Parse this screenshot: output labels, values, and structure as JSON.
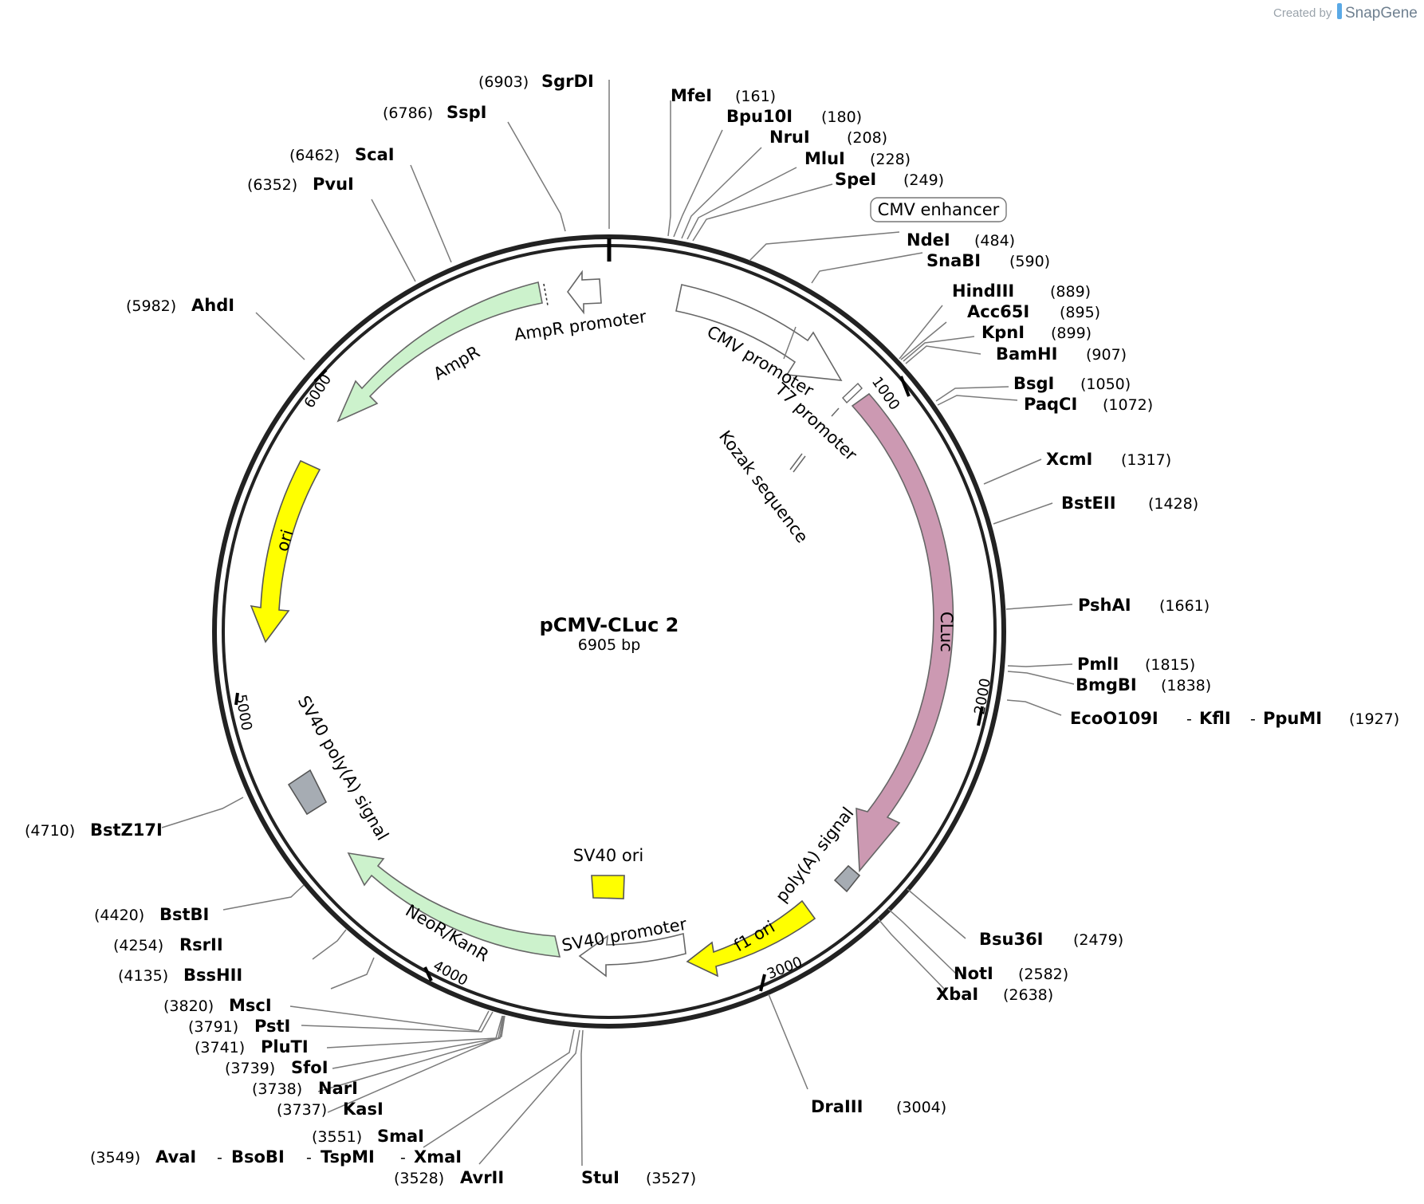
{
  "branding": {
    "created_by": "Created by",
    "app": "SnapGene"
  },
  "plasmid": {
    "name": "pCMV-CLuc 2",
    "size_label": "6905 bp",
    "length": 6905
  },
  "ticks": [
    "1000",
    "2000",
    "3000",
    "4000",
    "5000",
    "6000"
  ],
  "sites": [
    {
      "pos": "(6903)",
      "names": [
        "SgrDI"
      ]
    },
    {
      "pos": "(6786)",
      "names": [
        "SspI"
      ]
    },
    {
      "pos": "(6462)",
      "names": [
        "ScaI"
      ]
    },
    {
      "pos": "(6352)",
      "names": [
        "PvuI"
      ]
    },
    {
      "pos": "(5982)",
      "names": [
        "AhdI"
      ]
    },
    {
      "pos": "(161)",
      "names": [
        "MfeI"
      ]
    },
    {
      "pos": "(180)",
      "names": [
        "Bpu10I"
      ]
    },
    {
      "pos": "(208)",
      "names": [
        "NruI"
      ]
    },
    {
      "pos": "(228)",
      "names": [
        "MluI"
      ]
    },
    {
      "pos": "(249)",
      "names": [
        "SpeI"
      ]
    },
    {
      "pos": "(484)",
      "names": [
        "NdeI"
      ]
    },
    {
      "pos": "(590)",
      "names": [
        "SnaBI"
      ]
    },
    {
      "pos": "(889)",
      "names": [
        "HindIII"
      ]
    },
    {
      "pos": "(895)",
      "names": [
        "Acc65I"
      ]
    },
    {
      "pos": "(899)",
      "names": [
        "KpnI"
      ]
    },
    {
      "pos": "(907)",
      "names": [
        "BamHI"
      ]
    },
    {
      "pos": "(1050)",
      "names": [
        "BsgI"
      ]
    },
    {
      "pos": "(1072)",
      "names": [
        "PaqCI"
      ]
    },
    {
      "pos": "(1317)",
      "names": [
        "XcmI"
      ]
    },
    {
      "pos": "(1428)",
      "names": [
        "BstEII"
      ]
    },
    {
      "pos": "(1661)",
      "names": [
        "PshAI"
      ]
    },
    {
      "pos": "(1815)",
      "names": [
        "PmlI"
      ]
    },
    {
      "pos": "(1838)",
      "names": [
        "BmgBI"
      ]
    },
    {
      "pos": "(1927)",
      "names": [
        "EcoO109I",
        "KflI",
        "PpuMI"
      ]
    },
    {
      "pos": "(2479)",
      "names": [
        "Bsu36I"
      ]
    },
    {
      "pos": "(2582)",
      "names": [
        "NotI"
      ]
    },
    {
      "pos": "(2638)",
      "names": [
        "XbaI"
      ]
    },
    {
      "pos": "(3004)",
      "names": [
        "DraIII"
      ]
    },
    {
      "pos": "(3527)",
      "names": [
        "StuI"
      ]
    },
    {
      "pos": "(3528)",
      "names": [
        "AvrII"
      ]
    },
    {
      "pos": "(3549)",
      "names": [
        "AvaI",
        "BsoBI",
        "TspMI",
        "XmaI"
      ]
    },
    {
      "pos": "(3551)",
      "names": [
        "SmaI"
      ]
    },
    {
      "pos": "(3737)",
      "names": [
        "KasI"
      ]
    },
    {
      "pos": "(3738)",
      "names": [
        "NarI"
      ]
    },
    {
      "pos": "(3739)",
      "names": [
        "SfoI"
      ]
    },
    {
      "pos": "(3741)",
      "names": [
        "PluTI"
      ]
    },
    {
      "pos": "(3791)",
      "names": [
        "PstI"
      ]
    },
    {
      "pos": "(3820)",
      "names": [
        "MscI"
      ]
    },
    {
      "pos": "(4135)",
      "names": [
        "BssHII"
      ]
    },
    {
      "pos": "(4254)",
      "names": [
        "RsrII"
      ]
    },
    {
      "pos": "(4420)",
      "names": [
        "BstBI"
      ]
    },
    {
      "pos": "(4710)",
      "names": [
        "BstZ17I"
      ]
    }
  ],
  "features": [
    {
      "name": "CMV enhancer",
      "color": "#ffffff"
    },
    {
      "name": "CMV promoter",
      "color": "#ffffff"
    },
    {
      "name": "T7 promoter",
      "color": "#ffffff"
    },
    {
      "name": "Kozak sequence",
      "color": "#ffffff"
    },
    {
      "name": "CLuc",
      "color": "#cc99b2"
    },
    {
      "name": "poly(A) signal",
      "color": "#a6acb3"
    },
    {
      "name": "f1 ori",
      "color": "#ffff00"
    },
    {
      "name": "SV40 promoter",
      "color": "#ffffff"
    },
    {
      "name": "SV40 ori",
      "color": "#ffff00"
    },
    {
      "name": "NeoR/KanR",
      "color": "#ccf2cc"
    },
    {
      "name": "SV40 poly(A) signal",
      "color": "#a6acb3"
    },
    {
      "name": "ori",
      "color": "#ffff00"
    },
    {
      "name": "AmpR",
      "color": "#ccf2cc"
    },
    {
      "name": "AmpR promoter",
      "color": "#ffffff"
    }
  ]
}
